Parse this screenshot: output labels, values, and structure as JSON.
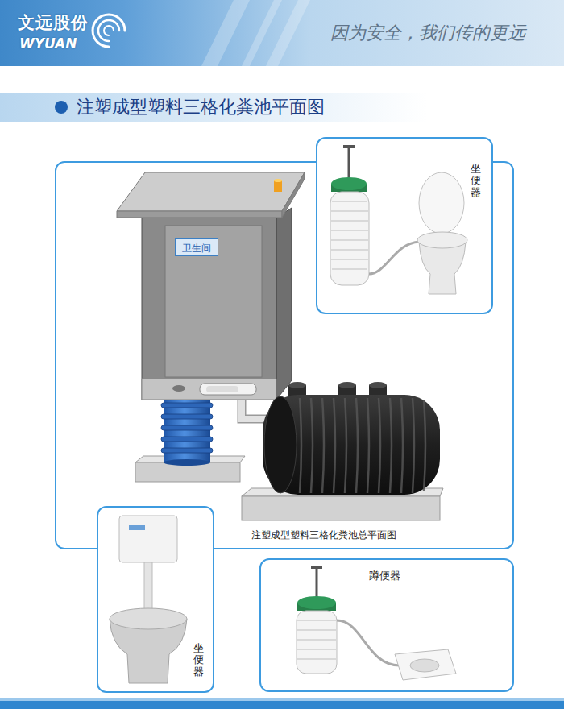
{
  "diagram": {
    "title": "注塑成型塑料三格化粪池平面图",
    "nodes": [
      {
        "text": [
          "文远股份",
          "WYUAN",
          "因为安全，我们传的更远"
        ]
      },
      {
        "text": [
          "注塑成型塑料三格化粪池总平面图"
        ]
      },
      {
        "text": [
          "卫生间"
        ],
        "in": 1
      },
      {
        "text": [
          "坐便器"
        ]
      },
      {
        "text": [
          "坐便器"
        ]
      },
      {
        "text": [
          "蹲便器"
        ]
      }
    ]
  }
}
